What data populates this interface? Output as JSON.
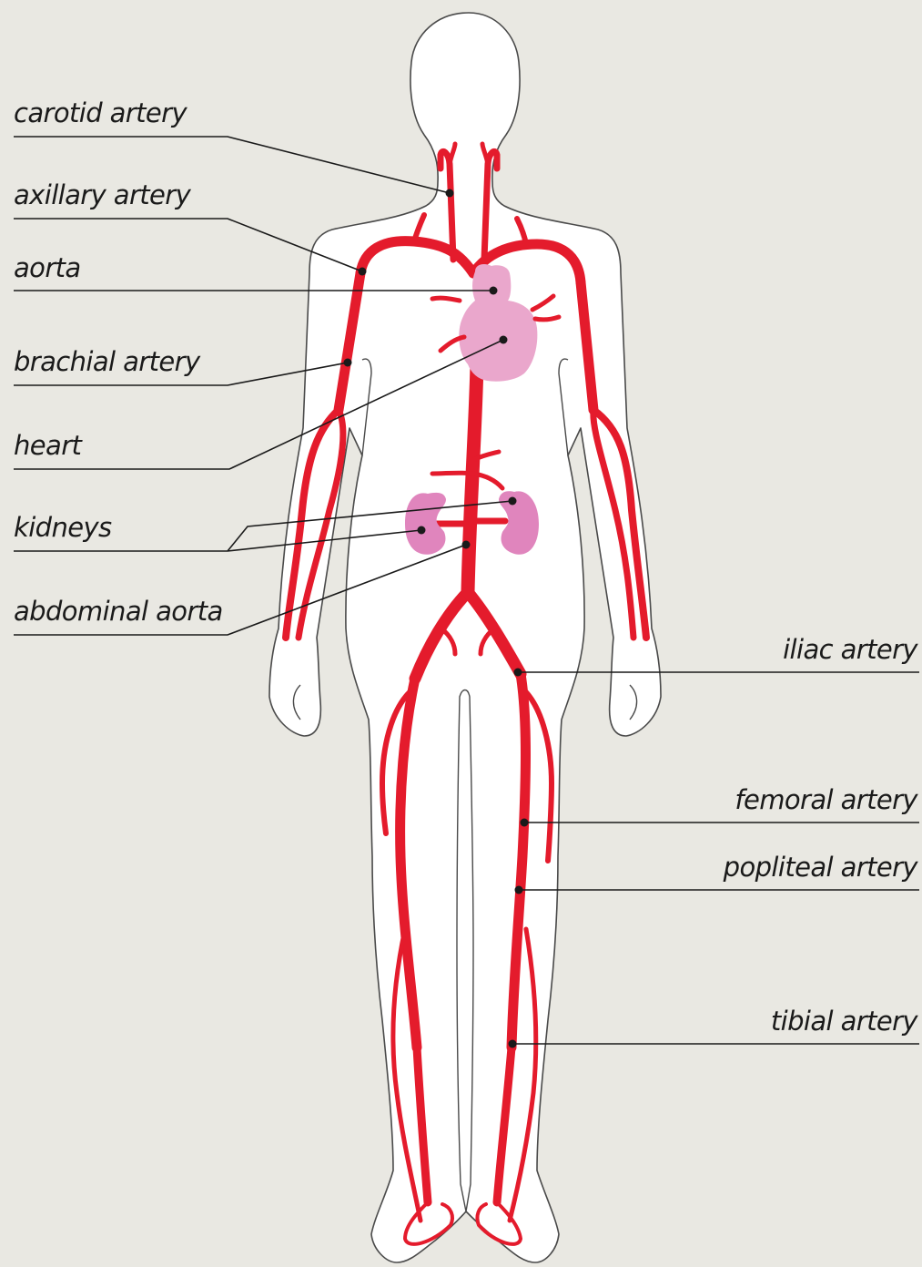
{
  "colors": {
    "background": "#e9e8e2",
    "body": "#ffffff",
    "artery": "#e41b2c",
    "heart": "#eaa7cc",
    "kidney": "#e085bd",
    "outline": "#4a4a4a",
    "text": "#1a1a1a"
  },
  "labels": {
    "carotid": "carotid artery",
    "axillary": "axillary artery",
    "aorta": "aorta",
    "brachial": "brachial artery",
    "heart": "heart",
    "kidneys": "kidneys",
    "abdominal": "abdominal aorta",
    "iliac": "iliac artery",
    "femoral": "femoral artery",
    "popliteal": "popliteal artery",
    "tibial": "tibial artery"
  }
}
